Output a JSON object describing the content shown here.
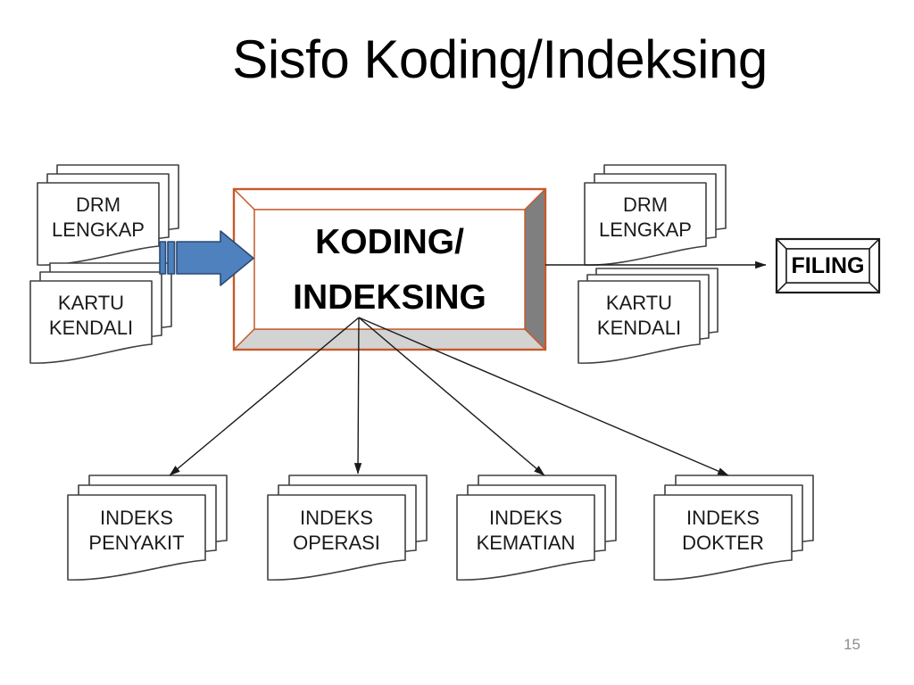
{
  "slide": {
    "title": "Sisfo Koding/Indeksing",
    "page_number": "15",
    "background": "#ffffff"
  },
  "colors": {
    "striped_arrow_fill": "#4E81BD",
    "striped_arrow_stroke": "#2A4A73",
    "process_border_orange": "#C55A2B",
    "process_bevel_right_gray": "#7F7F7F",
    "process_bevel_bottom_gray": "#D3D3D3",
    "document_outline": "#404040",
    "connector_black": "#1a1a1a",
    "page_number_gray": "#8C8C8C"
  },
  "nodes": {
    "left_drm": {
      "lines": [
        "DRM",
        "LENGKAP"
      ]
    },
    "left_kartu": {
      "lines": [
        "KARTU",
        "KENDALI"
      ]
    },
    "process": {
      "lines": [
        "KODING/",
        "INDEKSING"
      ]
    },
    "right_drm": {
      "lines": [
        "DRM",
        "LENGKAP"
      ]
    },
    "right_kartu": {
      "lines": [
        "KARTU",
        "KENDALI"
      ]
    },
    "filing": {
      "label": "FILING"
    },
    "indeks_penyakit": {
      "lines": [
        "INDEKS",
        "PENYAKIT"
      ]
    },
    "indeks_operasi": {
      "lines": [
        "INDEKS",
        "OPERASI"
      ]
    },
    "indeks_kematian": {
      "lines": [
        "INDEKS",
        "KEMATIAN"
      ]
    },
    "indeks_dokter": {
      "lines": [
        "INDEKS",
        "DOKTER"
      ]
    }
  },
  "edges": [
    {
      "from": "DRM LENGKAP / KARTU KENDALI",
      "to": "KODING/INDEKSING",
      "style": "striped-block-arrow"
    },
    {
      "from": "KODING/INDEKSING",
      "to": "FILING",
      "style": "line-arrow"
    },
    {
      "from": "KODING/INDEKSING",
      "to": "INDEKS PENYAKIT",
      "style": "line-arrow"
    },
    {
      "from": "KODING/INDEKSING",
      "to": "INDEKS OPERASI",
      "style": "line-arrow"
    },
    {
      "from": "KODING/INDEKSING",
      "to": "INDEKS KEMATIAN",
      "style": "line-arrow"
    },
    {
      "from": "KODING/INDEKSING",
      "to": "INDEKS DOKTER",
      "style": "line-arrow"
    }
  ]
}
